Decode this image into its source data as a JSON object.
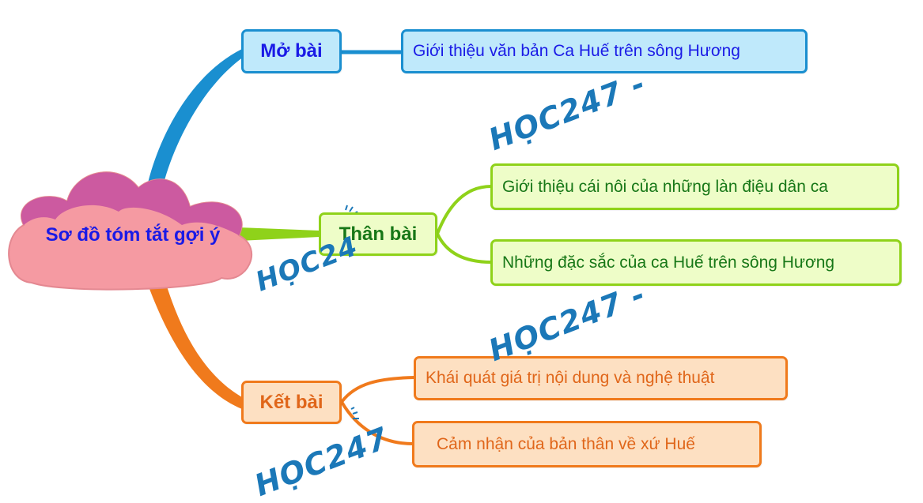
{
  "center": {
    "label": "Sơ đồ tóm tắt gợi ý"
  },
  "branches": {
    "mo_bai": {
      "label": "Mở bài",
      "color": "#1a8fd0",
      "items": [
        "Giới thiệu văn bản Ca Huế trên sông Hương"
      ]
    },
    "than_bai": {
      "label": "Thân bài",
      "color": "#8fd21a",
      "items": [
        "Giới thiệu cái nôi của những làn điệu dân ca",
        "Những đặc sắc của ca Huế trên sông Hương"
      ]
    },
    "ket_bai": {
      "label": "Kết bài",
      "color": "#f07a1c",
      "items": [
        "Khái quát giá trị nội dung và nghệ thuật",
        "Cảm nhận của bản thân về xứ Huế"
      ]
    }
  },
  "watermark": {
    "text_1": "HỌC247 -",
    "text_2": "HỌC24",
    "text_3": "HỌC247 -",
    "text_4": "HỌC247"
  },
  "colors": {
    "cloud_fill": "#f59aa2",
    "cloud_top": "#c44fa0",
    "watermark": "#1b78b8"
  }
}
